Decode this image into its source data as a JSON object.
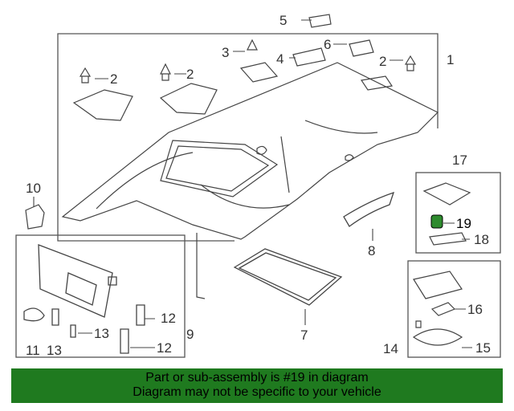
{
  "callouts": {
    "c1": "1",
    "c2a": "2",
    "c2b": "2",
    "c2c": "2",
    "c3": "3",
    "c4": "4",
    "c5": "5",
    "c6": "6",
    "c7": "7",
    "c8": "8",
    "c9": "9",
    "c10": "10",
    "c11": "11",
    "c12a": "12",
    "c12b": "12",
    "c13a": "13",
    "c13b": "13",
    "c14": "14",
    "c15": "15",
    "c16": "16",
    "c17": "17",
    "c18": "18",
    "c19": "19"
  },
  "highlight": {
    "part": "19",
    "color": "#2e8b2e"
  },
  "footer": {
    "line1": "Part or sub-assembly is #19 in diagram",
    "line2": "Diagram may not be specific to your vehicle",
    "background": "#1f7a1f"
  }
}
